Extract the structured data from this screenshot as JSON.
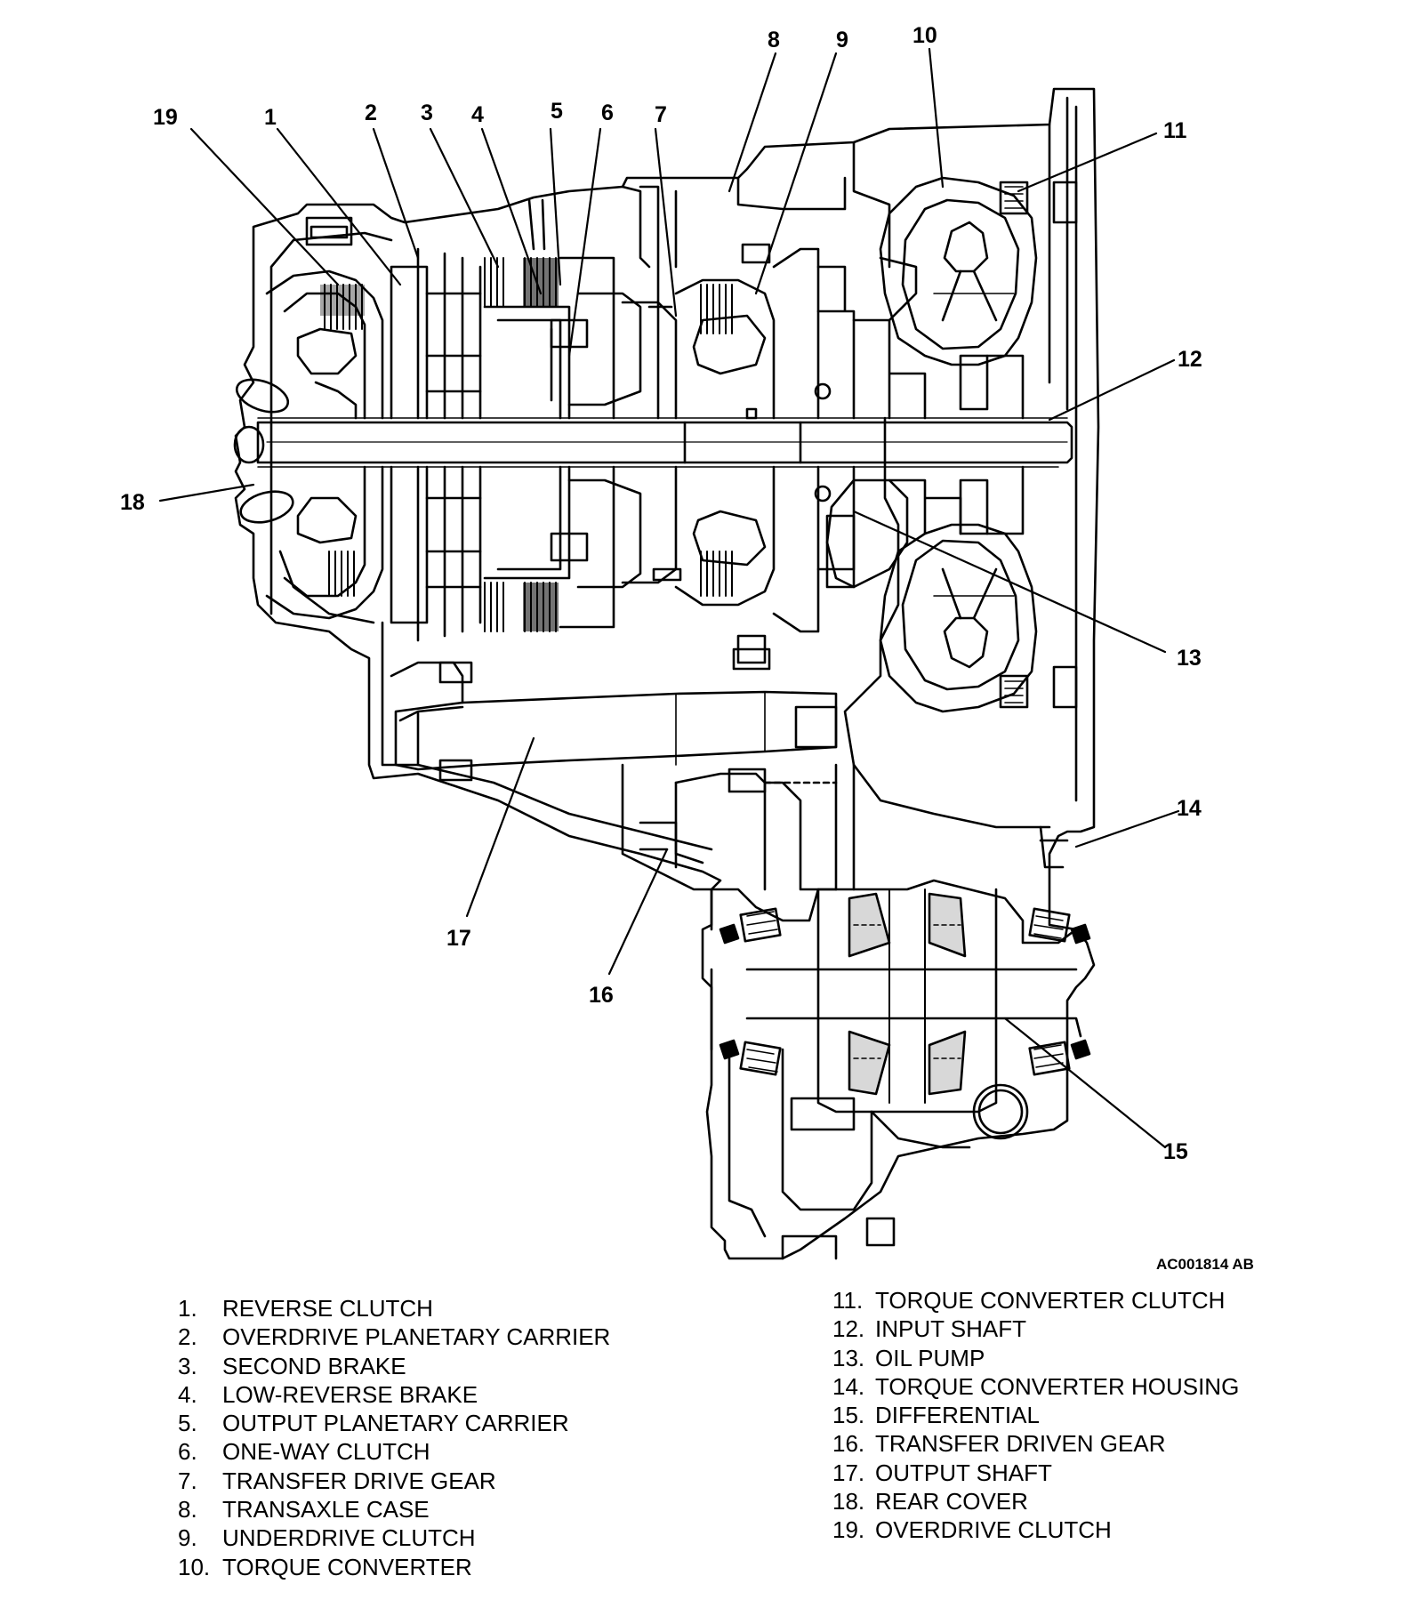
{
  "figure": {
    "id_code": "AC001814 AB",
    "callouts": [
      {
        "n": "1"
      },
      {
        "n": "2"
      },
      {
        "n": "3"
      },
      {
        "n": "4"
      },
      {
        "n": "5"
      },
      {
        "n": "6"
      },
      {
        "n": "7"
      },
      {
        "n": "8"
      },
      {
        "n": "9"
      },
      {
        "n": "10"
      },
      {
        "n": "11"
      },
      {
        "n": "12"
      },
      {
        "n": "13"
      },
      {
        "n": "14"
      },
      {
        "n": "15"
      },
      {
        "n": "16"
      },
      {
        "n": "17"
      },
      {
        "n": "18"
      },
      {
        "n": "19"
      }
    ]
  },
  "legend": {
    "left": [
      {
        "num": "1.",
        "label": "REVERSE CLUTCH"
      },
      {
        "num": "2.",
        "label": "OVERDRIVE PLANETARY CARRIER"
      },
      {
        "num": "3.",
        "label": "SECOND BRAKE"
      },
      {
        "num": "4.",
        "label": "LOW-REVERSE BRAKE"
      },
      {
        "num": "5.",
        "label": "OUTPUT PLANETARY CARRIER"
      },
      {
        "num": "6.",
        "label": "ONE-WAY CLUTCH"
      },
      {
        "num": "7.",
        "label": "TRANSFER DRIVE GEAR"
      },
      {
        "num": "8.",
        "label": "TRANSAXLE CASE"
      },
      {
        "num": "9.",
        "label": "UNDERDRIVE CLUTCH"
      },
      {
        "num": "10.",
        "label": "TORQUE CONVERTER"
      }
    ],
    "right": [
      {
        "num": "11.",
        "label": "TORQUE CONVERTER CLUTCH"
      },
      {
        "num": "12.",
        "label": "INPUT SHAFT"
      },
      {
        "num": "13.",
        "label": "OIL PUMP"
      },
      {
        "num": "14.",
        "label": "TORQUE CONVERTER HOUSING"
      },
      {
        "num": "15.",
        "label": "DIFFERENTIAL"
      },
      {
        "num": "16.",
        "label": "TRANSFER DRIVEN GEAR"
      },
      {
        "num": "17.",
        "label": "OUTPUT SHAFT"
      },
      {
        "num": "18.",
        "label": "REAR COVER"
      },
      {
        "num": "19.",
        "label": "OVERDRIVE CLUTCH"
      }
    ]
  }
}
